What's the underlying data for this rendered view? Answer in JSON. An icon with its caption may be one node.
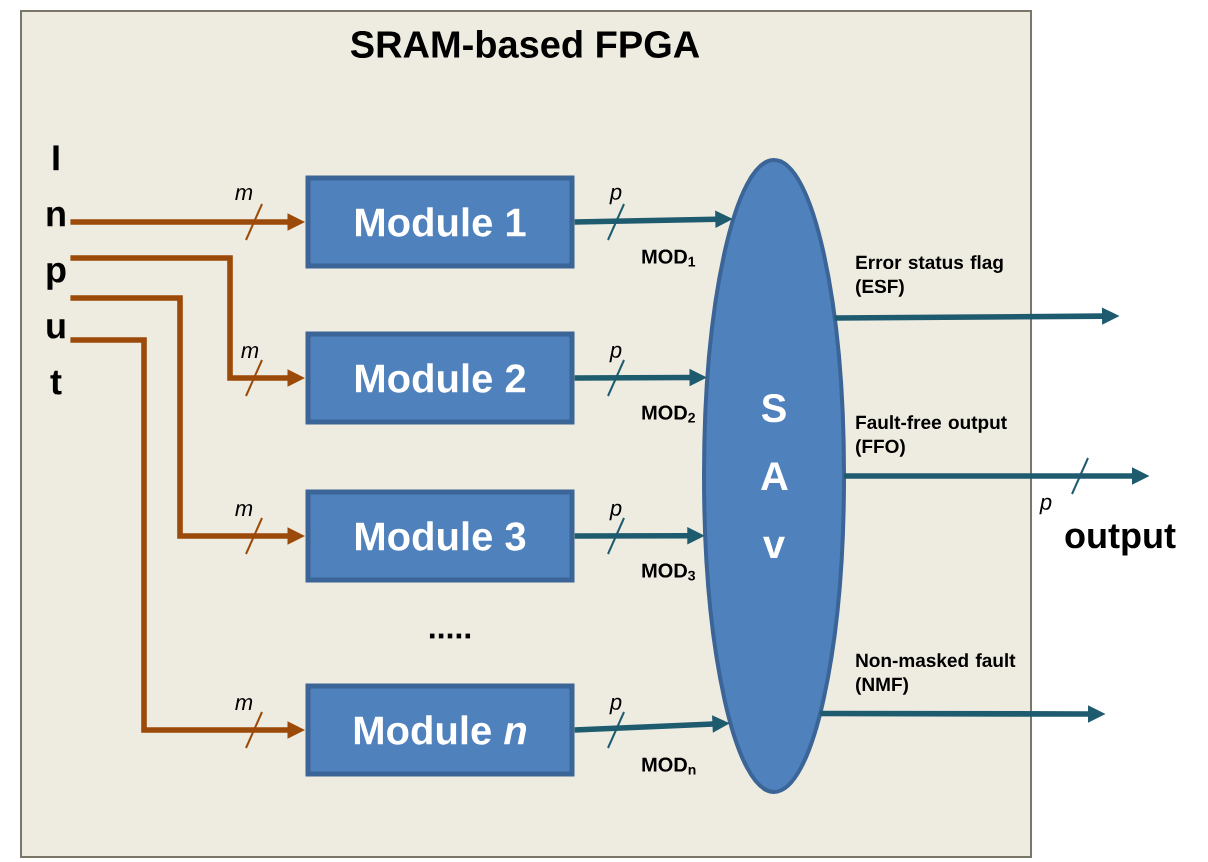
{
  "diagram": {
    "nodes": [
      {
        "text": [
          "SRAM-based FPGA"
        ]
      },
      {
        "text": [
          "I n p u t"
        ],
        "in": 0
      },
      {
        "text": [
          "Module 1"
        ],
        "in": 0
      },
      {
        "text": [
          "Module 2"
        ],
        "in": 0
      },
      {
        "text": [
          "Module 3"
        ],
        "in": 0
      },
      {
        "text": [
          "Module *n*"
        ],
        "in": 0
      },
      {
        "text": [
          "S A v"
        ],
        "in": 0
      }
    ],
    "edges": [
      {
        "from": 1,
        "to": 2,
        "arrow": "to",
        "color": "#9c4a0a"
      },
      {
        "from": 1,
        "to": 3,
        "arrow": "to",
        "color": "#9c4a0a"
      },
      {
        "from": 1,
        "to": 4,
        "arrow": "to",
        "color": "#9c4a0a"
      },
      {
        "from": 1,
        "to": 5,
        "arrow": "to",
        "color": "#9c4a0a"
      },
      {
        "from": 2,
        "to": 6,
        "arrow": "to",
        "label": "MOD$_{1}$"
      },
      {
        "from": 3,
        "to": 6,
        "arrow": "to",
        "label": "MOD$_{2}$"
      },
      {
        "from": 4,
        "to": 6,
        "arrow": "to",
        "label": "MOD$_{3}$"
      },
      {
        "from": 5,
        "to": 6,
        "arrow": "to",
        "label": "MOD$_{n}$"
      },
      {
        "from": 6,
        "to": null,
        "arrow": "to",
        "label": "Error status flag (ESF)"
      },
      {
        "from": 6,
        "to": null,
        "arrow": "to",
        "label": "Fault-free output (FFO)"
      },
      {
        "from": 6,
        "to": null,
        "arrow": "to",
        "label": "Non-masked fault (NMF)"
      }
    ],
    "labels": [
      "m",
      "m",
      "m",
      "m",
      "p",
      "p",
      "p",
      "p",
      ".....",
      "p",
      "output"
    ]
  }
}
